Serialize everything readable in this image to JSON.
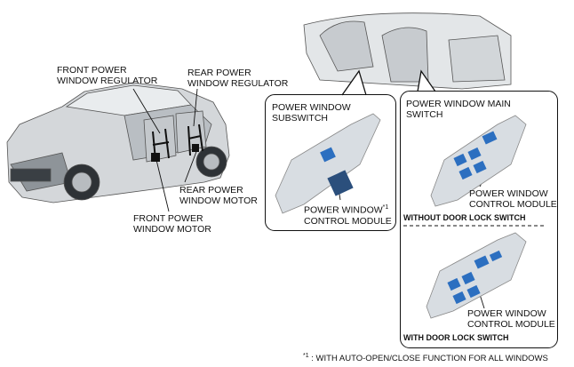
{
  "labels": {
    "front_regulator": [
      "FRONT POWER",
      "WINDOW REGULATOR"
    ],
    "rear_regulator": [
      "REAR POWER",
      "WINDOW REGULATOR"
    ],
    "rear_motor": [
      "REAR POWER",
      "WINDOW MOTOR"
    ],
    "front_motor": [
      "FRONT POWER",
      "WINDOW MOTOR"
    ],
    "subswitch": [
      "POWER WINDOW",
      "SUBSWITCH"
    ],
    "subswitch_module": [
      "POWER WINDOW",
      "CONTROL MODULE"
    ],
    "subswitch_module_mark": "*1",
    "main_switch": [
      "POWER WINDOW MAIN",
      "SWITCH"
    ],
    "main_module_top": [
      "POWER WINDOW",
      "CONTROL MODULE"
    ],
    "main_module_bottom": [
      "POWER WINDOW",
      "CONTROL MODULE"
    ],
    "without_lock": "WITHOUT DOOR LOCK SWITCH",
    "with_lock": "WITH DOOR LOCK SWITCH"
  },
  "footnote": {
    "mark": "*1",
    "text": " : WITH AUTO-OPEN/CLOSE FUNCTION FOR ALL WINDOWS"
  },
  "colors": {
    "switch_body": "#d8dde2",
    "button_blue": "#2c6fc0",
    "car_body": "#cfd3d6",
    "line": "#111111"
  }
}
